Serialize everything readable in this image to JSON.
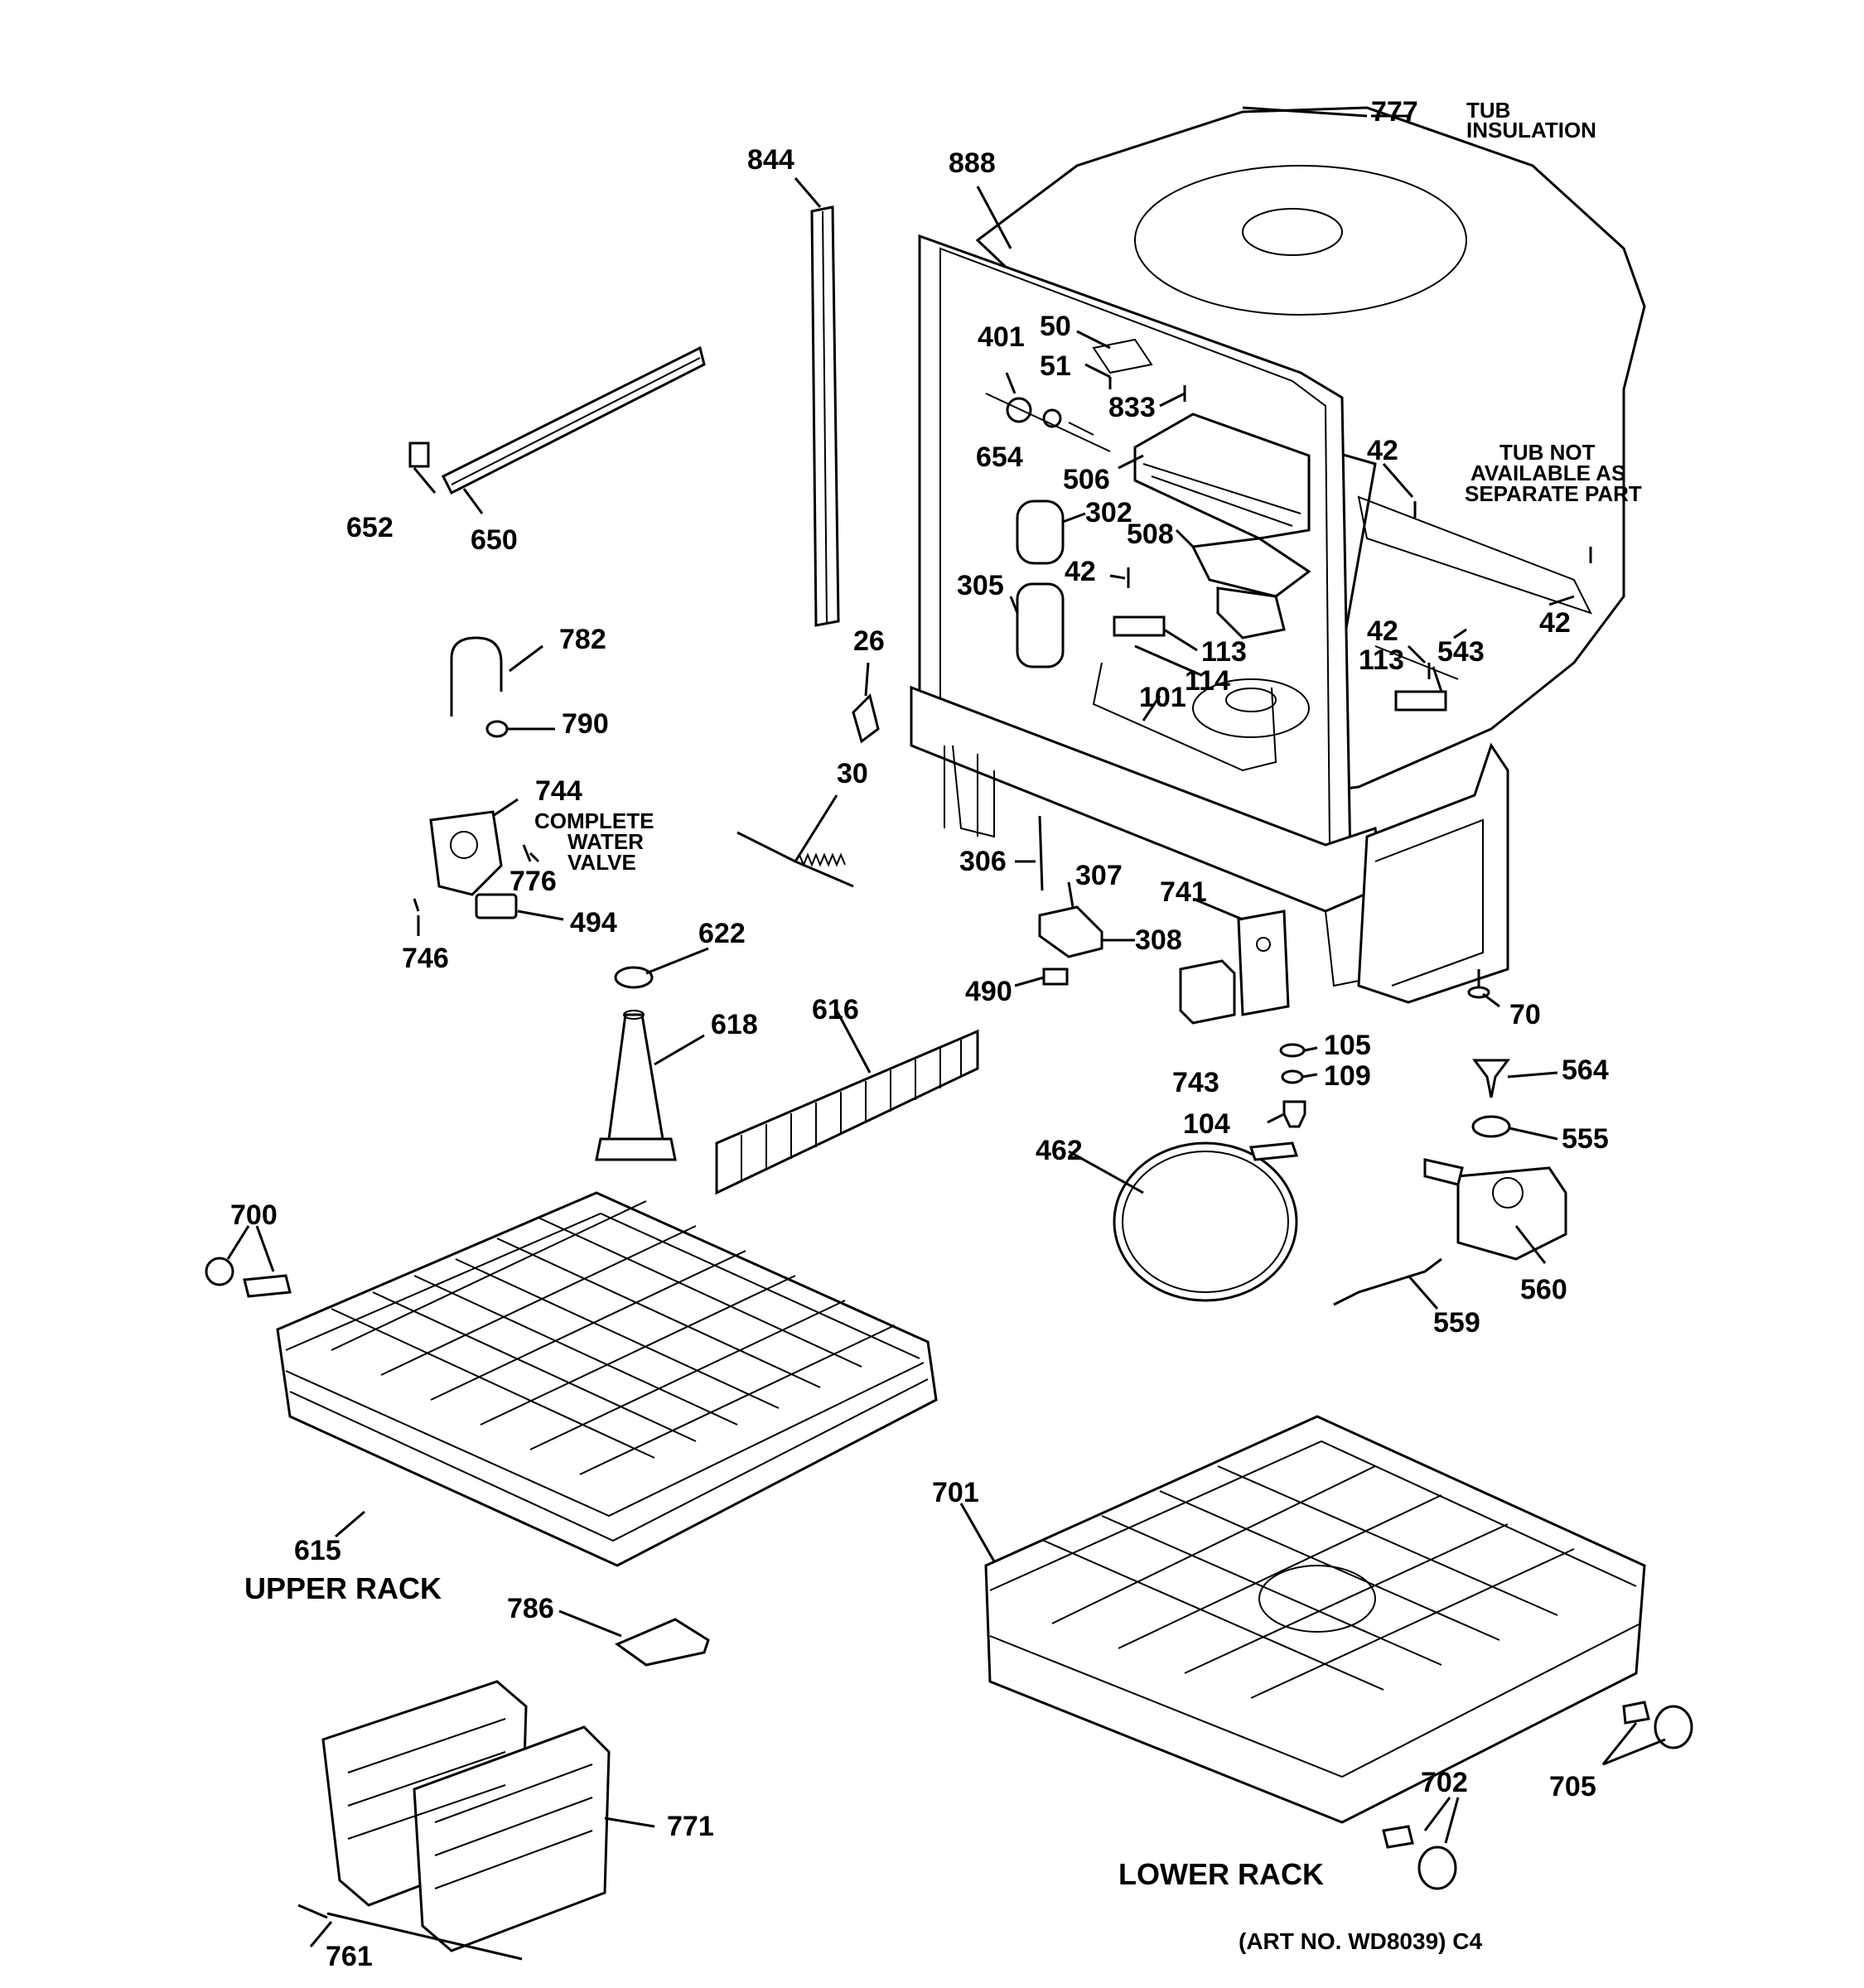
{
  "labels": {
    "p777": "777",
    "p844": "844",
    "p888": "888",
    "p50": "50",
    "p401": "401",
    "p51": "51",
    "p833": "833",
    "p654": "654",
    "p506": "506",
    "p302": "302",
    "p508": "508",
    "p42a": "42",
    "p42b": "42",
    "p42c": "42",
    "p42d": "42",
    "p305": "305",
    "p113a": "113",
    "p113b": "113",
    "p114": "114",
    "p101": "101",
    "p543": "543",
    "p652": "652",
    "p650": "650",
    "p782": "782",
    "p790": "790",
    "p26": "26",
    "p744": "744",
    "p30": "30",
    "p776": "776",
    "p494": "494",
    "p746": "746",
    "p306": "306",
    "p307": "307",
    "p741": "741",
    "p308": "308",
    "p490": "490",
    "p70": "70",
    "p622": "622",
    "p618": "618",
    "p616": "616",
    "p743": "743",
    "p105": "105",
    "p109": "109",
    "p564": "564",
    "p104": "104",
    "p555": "555",
    "p462": "462",
    "p560": "560",
    "p559": "559",
    "p700": "700",
    "p701": "701",
    "p615": "615",
    "p786": "786",
    "p771": "771",
    "p702": "702",
    "p705": "705",
    "p761": "761"
  },
  "notes": {
    "tub_insulation_1": "TUB",
    "tub_insulation_2": "INSULATION",
    "tub_not_1": "TUB NOT",
    "tub_not_2": "AVAILABLE AS",
    "tub_not_3": "SEPARATE PART",
    "valve_1": "COMPLETE",
    "valve_2": "WATER",
    "valve_3": "VALVE",
    "upper_rack": "UPPER RACK",
    "lower_rack": "LOWER RACK",
    "art_no": "(ART NO. WD8039) C4"
  }
}
